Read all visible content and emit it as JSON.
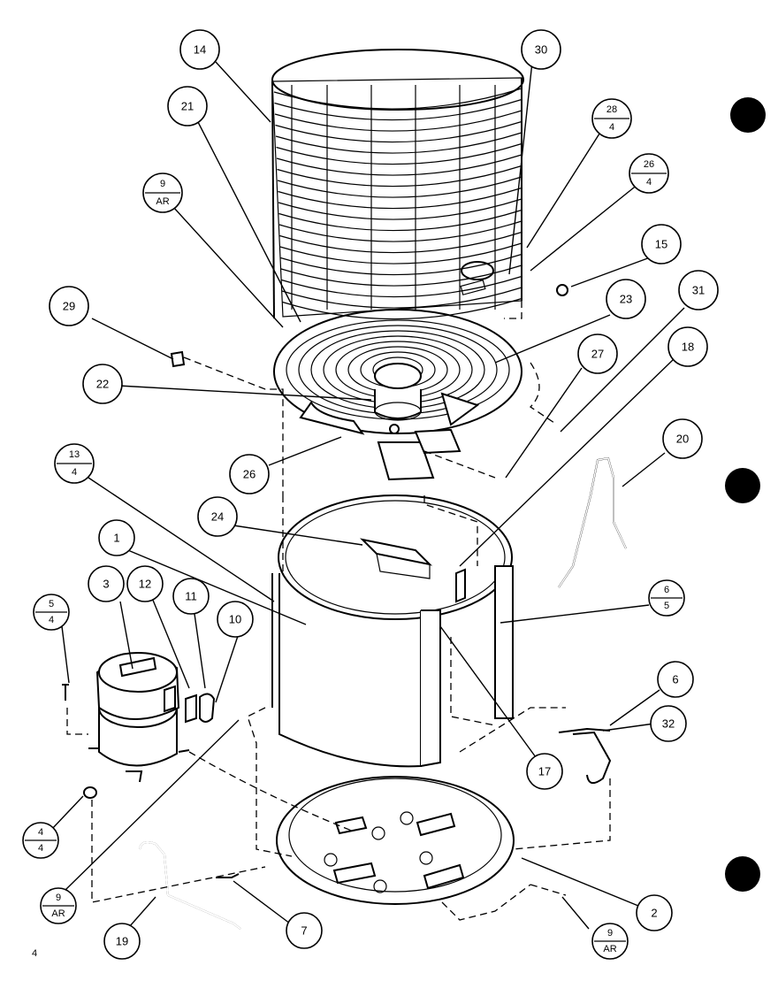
{
  "callouts": {
    "c14": "14",
    "c30": "30",
    "c21": "21",
    "c28": {
      "num": "28",
      "den": "4"
    },
    "c9a": {
      "num": "9",
      "den": "AR"
    },
    "c26t": {
      "num": "26",
      "den": "4"
    },
    "c15": "15",
    "c29": "29",
    "c23": "23",
    "c31": "31",
    "c22": "22",
    "c27": "27",
    "c18": "18",
    "c26": "26",
    "c20": "20",
    "c13": {
      "num": "13",
      "den": "4"
    },
    "c24": "24",
    "c1": "1",
    "c3": "3",
    "c12": "12",
    "c11": "11",
    "c10": "10",
    "c5": {
      "num": "5",
      "den": "4"
    },
    "c6f": {
      "num": "6",
      "den": "5"
    },
    "c6": "6",
    "c32": "32",
    "c17": "17",
    "c4": {
      "num": "4",
      "den": "4"
    },
    "c9b": {
      "num": "9",
      "den": "AR"
    },
    "c19": "19",
    "c7": "7",
    "c2": "2",
    "c9c": {
      "num": "9",
      "den": "AR"
    }
  },
  "page_number": "4"
}
